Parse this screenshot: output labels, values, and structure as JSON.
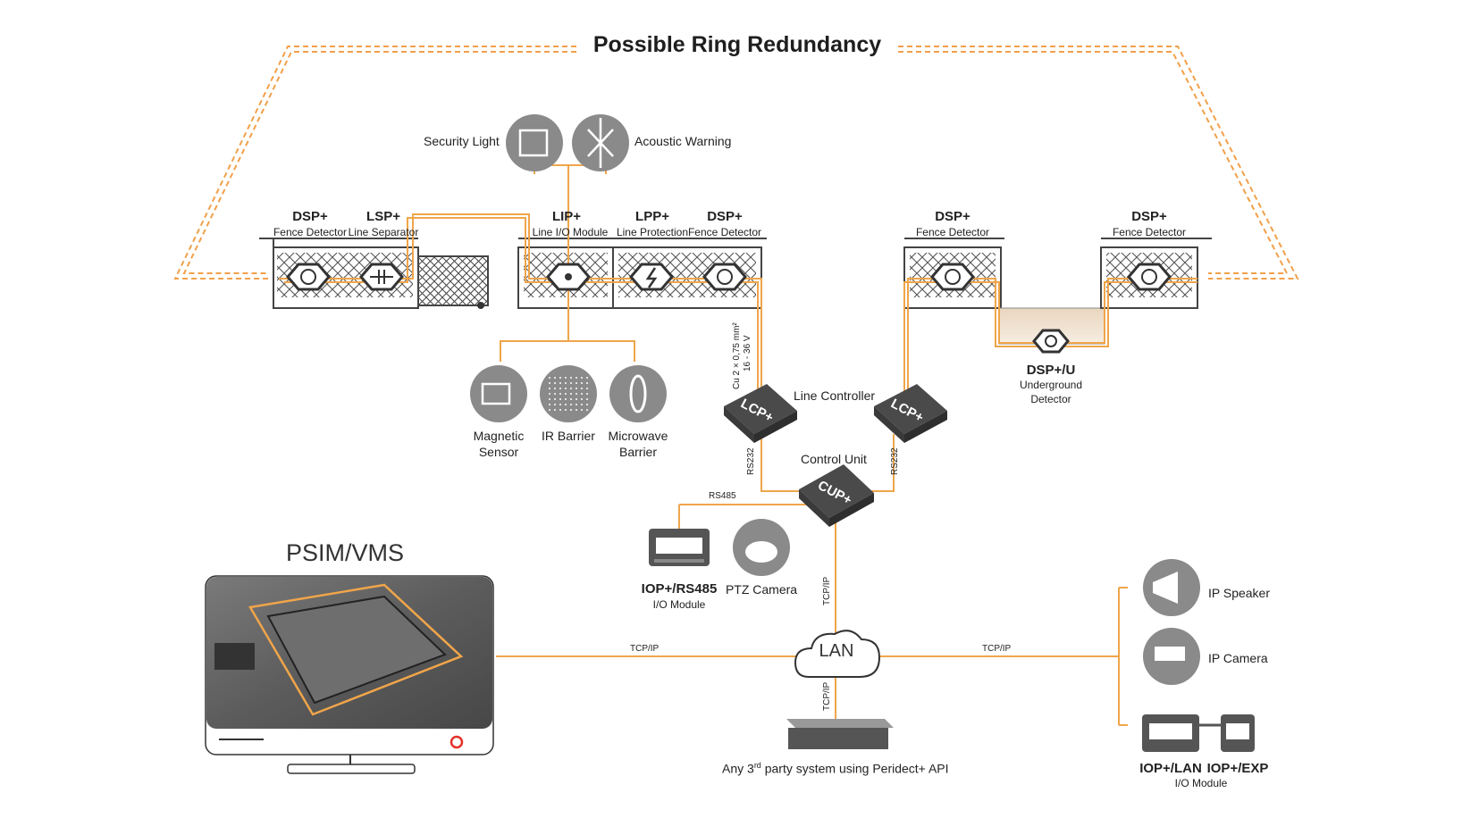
{
  "title": "Possible Ring Redundancy",
  "devices": {
    "dsp1": {
      "name": "DSP+",
      "desc": "Fence Detector"
    },
    "lsp": {
      "name": "LSP+",
      "desc": "Line Separator"
    },
    "lip": {
      "name": "LIP+",
      "desc": "Line I/O Module"
    },
    "lpp": {
      "name": "LPP+",
      "desc": "Line Protection"
    },
    "dsp2": {
      "name": "DSP+",
      "desc": "Fence Detector"
    },
    "dsp3": {
      "name": "DSP+",
      "desc": "Fence Detector"
    },
    "dsp4": {
      "name": "DSP+",
      "desc": "Fence Detector"
    },
    "dspu": {
      "name": "DSP+/U",
      "desc_line1": "Underground",
      "desc_line2": "Detector"
    }
  },
  "outputs": {
    "security_light": "Security Light",
    "acoustic_warning": "Acoustic Warning"
  },
  "sensors": {
    "magnetic_line1": "Magnetic",
    "magnetic_line2": "Sensor",
    "ir_barrier": "IR Barrier",
    "microwave_line1": "Microwave",
    "microwave_line2": "Barrier"
  },
  "cable": {
    "line1": "Cu 2 × 0,75 mm²",
    "line2": "16 - 36 V"
  },
  "controllers": {
    "line_controller": "Line Controller",
    "lcp_badge": "LCP+",
    "control_unit": "Control Unit",
    "cup_badge": "CUP+"
  },
  "links": {
    "rs232_left": "RS232",
    "rs232_right": "RS232",
    "rs485": "RS485",
    "tcpip_cup": "TCP/IP",
    "tcpip_left": "TCP/IP",
    "tcpip_right": "TCP/IP",
    "tcpip_bottom": "TCP/IP"
  },
  "iop_rs485": {
    "name": "IOP+/RS485",
    "desc": "I/O Module"
  },
  "ptz_camera": "PTZ Camera",
  "lan": "LAN",
  "psim": "PSIM/VMS",
  "third_party": {
    "prefix": "Any 3",
    "sup": "rd",
    "suffix": " party system using Peridect+ API"
  },
  "ip_speaker": "IP Speaker",
  "ip_camera": "IP Camera",
  "iop_lan": "IOP+/LAN",
  "iop_exp": "IOP+/EXP",
  "iop_right_desc": "I/O Module",
  "colors": {
    "orange": "#f0a54a",
    "ring": "#f2a04a",
    "dark": "#4a4a4a",
    "grey": "#8a8a8a",
    "accent": "#e4322b"
  }
}
